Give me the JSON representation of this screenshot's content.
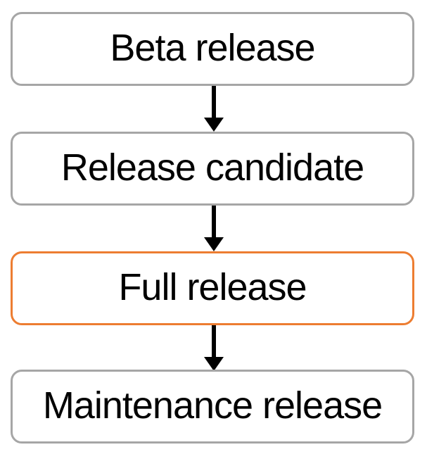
{
  "flowchart": {
    "type": "vertical-sequence",
    "nodes": [
      {
        "label": "Beta release",
        "border_color": "#A6A6A6",
        "highlighted": false
      },
      {
        "label": "Release candidate",
        "border_color": "#A6A6A6",
        "highlighted": false
      },
      {
        "label": "Full release",
        "border_color": "#ED7D31",
        "highlighted": true
      },
      {
        "label": "Maintenance release",
        "border_color": "#A6A6A6",
        "highlighted": false
      }
    ],
    "connectors": [
      {
        "from": "Beta release",
        "to": "Release candidate",
        "direction": "down",
        "color": "#000000"
      },
      {
        "from": "Release candidate",
        "to": "Full release",
        "direction": "down",
        "color": "#000000"
      },
      {
        "from": "Full release",
        "to": "Maintenance release",
        "direction": "down",
        "color": "#000000"
      }
    ],
    "colors": {
      "background": "#ffffff",
      "node_fill": "#ffffff",
      "node_border_default": "#A6A6A6",
      "node_border_highlight": "#ED7D31",
      "arrow": "#000000",
      "text": "#000000"
    }
  }
}
